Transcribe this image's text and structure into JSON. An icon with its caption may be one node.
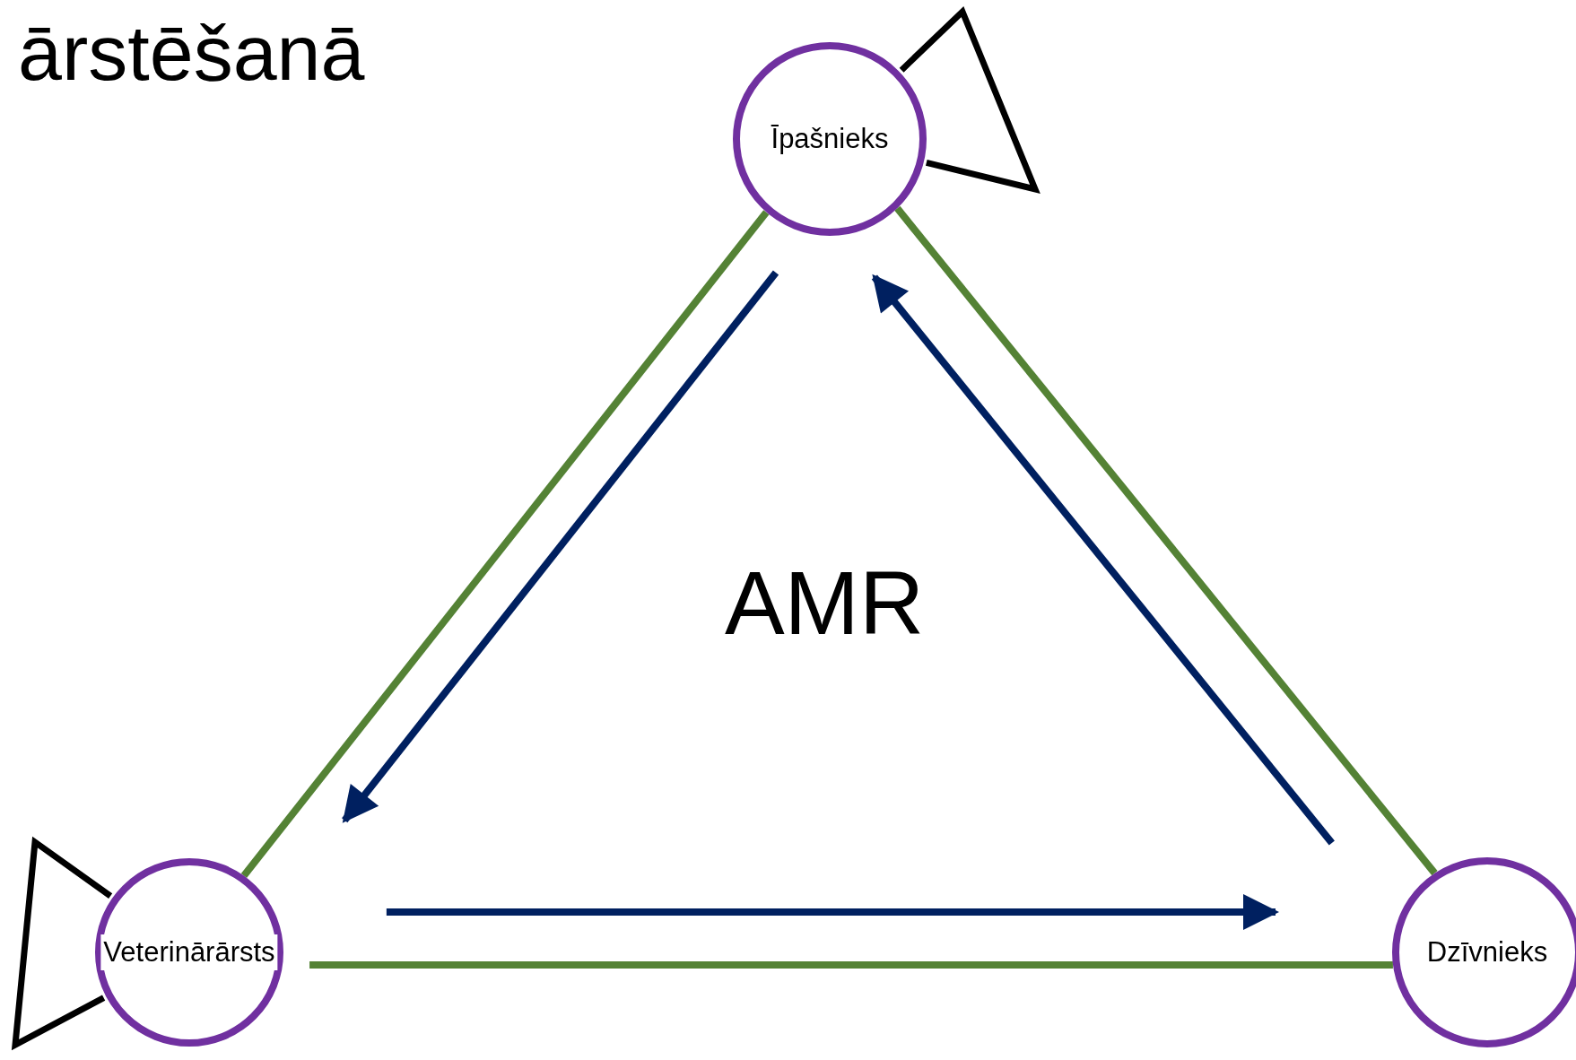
{
  "diagram": {
    "title": "ārstēšanā",
    "nodes": [
      {
        "text": [
          "Īpašnieks"
        ]
      },
      {
        "text": [
          "Veterinārārsts"
        ]
      },
      {
        "text": [
          "Dzīvnieks"
        ]
      },
      {
        "text": [],
        "shape": "triangle"
      },
      {
        "text": [],
        "shape": "triangle"
      }
    ],
    "edges": [
      {
        "from": 0,
        "to": 1,
        "arrow": "none",
        "color": "#548235"
      },
      {
        "from": 0,
        "to": 2,
        "arrow": "none",
        "color": "#548235"
      },
      {
        "from": 1,
        "to": 2,
        "arrow": "none",
        "color": "#548235"
      },
      {
        "from": 0,
        "to": 1,
        "arrow": "to",
        "color": "#002060"
      },
      {
        "from": 2,
        "to": 0,
        "arrow": "to",
        "color": "#002060"
      },
      {
        "from": 1,
        "to": 2,
        "arrow": "to",
        "color": "#002060"
      }
    ],
    "labels": [
      "AMR"
    ]
  }
}
